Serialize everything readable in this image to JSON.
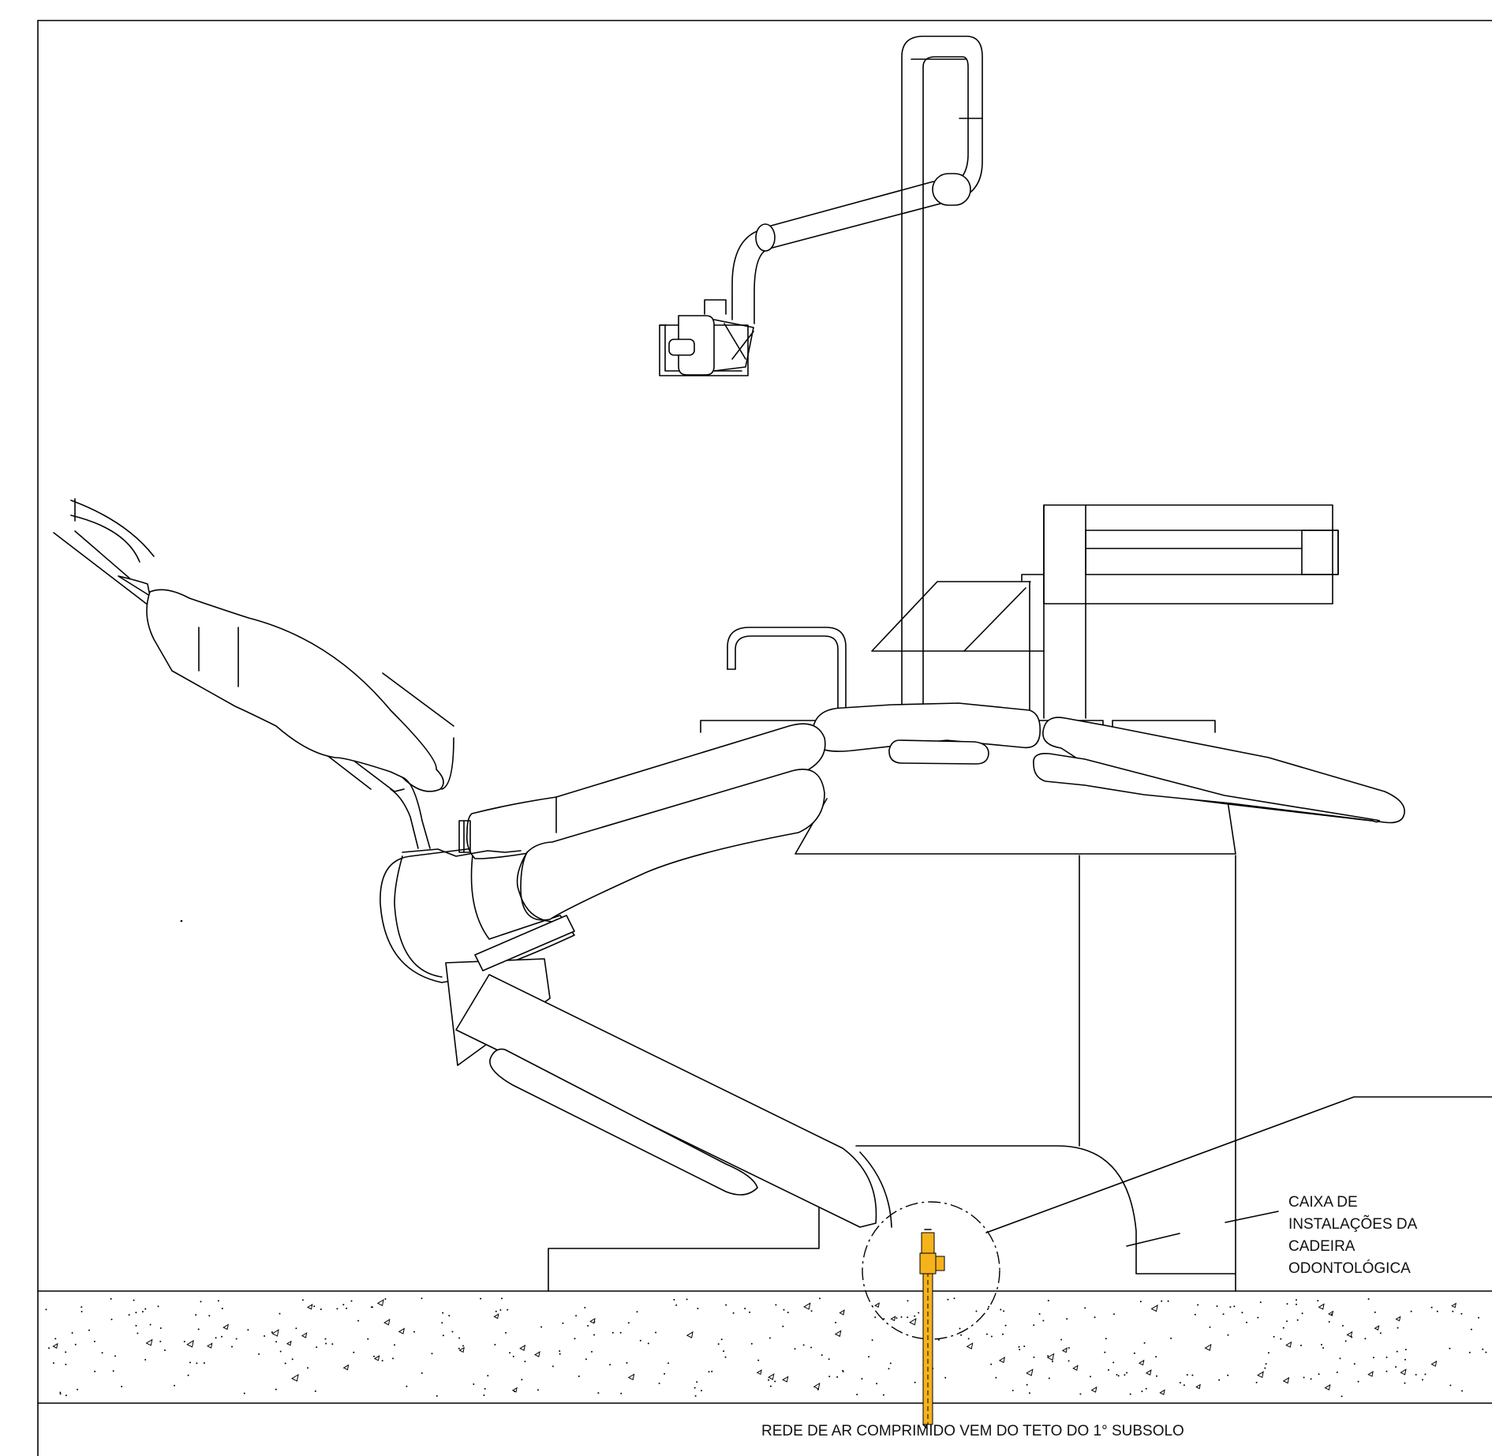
{
  "labels": {
    "caixa_line1": "CAIXA DE",
    "caixa_line2": "INSTALAÇÕES DA",
    "caixa_line3": "CADEIRA",
    "caixa_line4": "ODONTOLÓGICA",
    "air_network": "REDE DE AR COMPRIMIDO VEM DO TETO DO 1° SUBSOLO"
  },
  "colors": {
    "pipe": "#f5b21b",
    "pipe_dark": "#b8860b",
    "line": "#000000"
  }
}
